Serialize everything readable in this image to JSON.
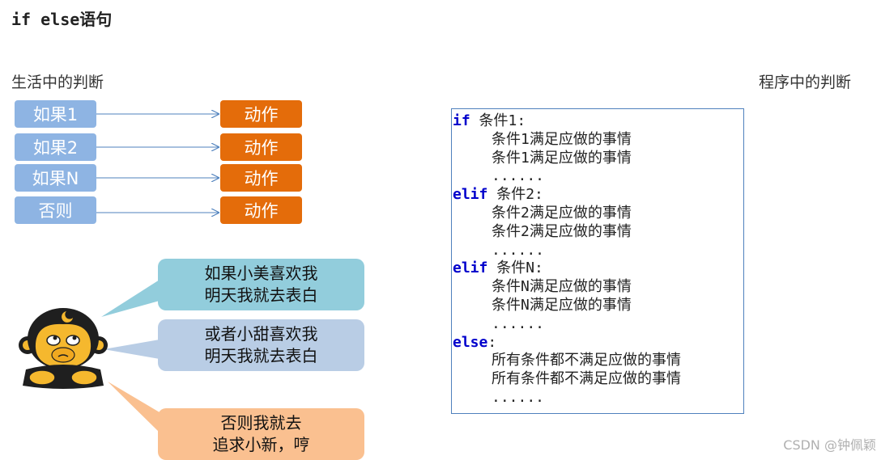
{
  "title": "if else语句",
  "left_label": "生活中的判断",
  "right_label": "程序中的判断",
  "conditions": [
    "如果1",
    "如果2",
    "如果N",
    "否则"
  ],
  "action_label": "动作",
  "bubbles": [
    {
      "line1": "如果小美喜欢我",
      "line2": "明天我就去表白",
      "color": "#92cddc"
    },
    {
      "line1": "或者小甜喜欢我",
      "line2": "明天我就去表白",
      "color": "#b9cde5"
    },
    {
      "line1": "否则我就去",
      "line2": "追求小新，哼",
      "color": "#fac090"
    }
  ],
  "code": [
    {
      "kw": "if",
      "text": " 条件1:",
      "indent": false
    },
    {
      "kw": "",
      "text": "条件1满足应做的事情",
      "indent": true
    },
    {
      "kw": "",
      "text": "条件1满足应做的事情",
      "indent": true
    },
    {
      "kw": "",
      "text": "......",
      "indent": true
    },
    {
      "kw": "elif",
      "text": " 条件2:",
      "indent": false
    },
    {
      "kw": "",
      "text": "条件2满足应做的事情",
      "indent": true
    },
    {
      "kw": "",
      "text": "条件2满足应做的事情",
      "indent": true
    },
    {
      "kw": "",
      "text": "......",
      "indent": true
    },
    {
      "kw": "elif",
      "text": " 条件N:",
      "indent": false
    },
    {
      "kw": "",
      "text": "条件N满足应做的事情",
      "indent": true
    },
    {
      "kw": "",
      "text": "条件N满足应做的事情",
      "indent": true
    },
    {
      "kw": "",
      "text": "......",
      "indent": true
    },
    {
      "kw": "else",
      "text": ":",
      "indent": false
    },
    {
      "kw": "",
      "text": "所有条件都不满足应做的事情",
      "indent": true
    },
    {
      "kw": "",
      "text": "所有条件都不满足应做的事情",
      "indent": true
    },
    {
      "kw": "",
      "text": "......",
      "indent": true
    }
  ],
  "colors": {
    "condition_box": "#8eb4e3",
    "action_box": "#e46c0a",
    "arrow": "#4f81bd",
    "keyword": "#0000cc",
    "code_border": "#4f81bd"
  },
  "watermark": "CSDN @钟佩颖"
}
